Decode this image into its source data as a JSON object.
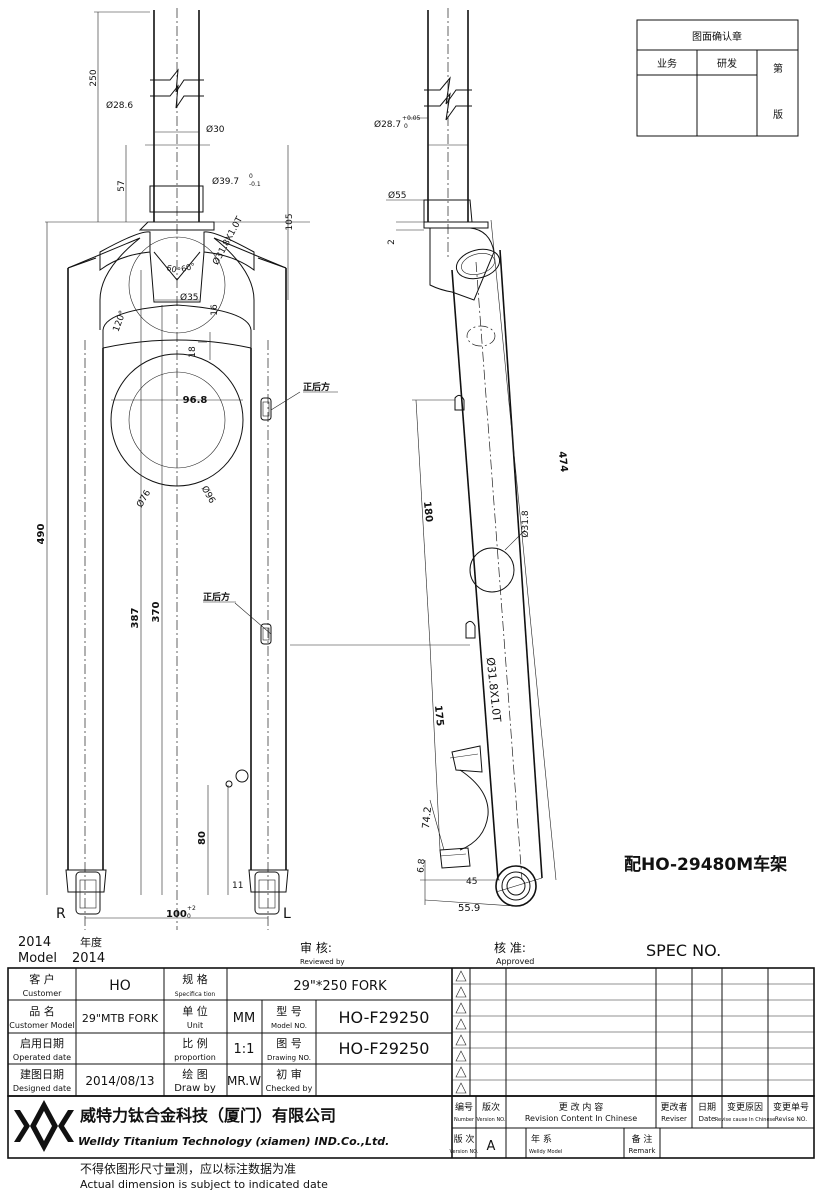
{
  "approval_box": {
    "title": "图面确认章",
    "col_sales": "业务",
    "col_rd": "研发",
    "col_edition_1": "第",
    "col_edition_2": "版"
  },
  "front_view": {
    "dims": {
      "d250": "250",
      "d28_6": "Ø28.6",
      "d30": "Ø30",
      "d57": "57",
      "d39_7": "Ø39.7",
      "d39_7_tol": "-0.1",
      "d39_7_tol0": "0",
      "d105": "105",
      "d31_8": "Ø31.8X1.0T",
      "a60a": "60°",
      "a60b": "60°",
      "d35": "Ø35",
      "d16": "16",
      "d120": "120°",
      "d18": "18",
      "d96_8": "96.8",
      "d76": "Ø76",
      "d96": "Ø96",
      "d490": "490",
      "d387": "387",
      "d370": "370",
      "d80": "80",
      "d11": "11",
      "d100": "100",
      "d100_tol_top": "+2",
      "d100_tol_bot": "0"
    },
    "label_front_rear_1": "正后方",
    "label_front_rear_2": "正后方",
    "side_left": "R",
    "side_right": "L"
  },
  "side_view": {
    "dims": {
      "d28_7": "Ø28.7",
      "d28_7_tol": "+0.05",
      "d28_7_tol0": "0",
      "d55": "Ø55",
      "d2": "2",
      "d474": "474",
      "d180": "180",
      "d31_8": "Ø31.8",
      "d31_8t": "Ø31.8X1.0T",
      "d175": "175",
      "d74_2": "74.2",
      "d6_8": "6.8",
      "d45": "45",
      "d55_9": "55.9"
    },
    "frame_note": "配HO-29480M车架"
  },
  "title_block": {
    "year_label": "2014",
    "year_cn": "年度",
    "model_label": "Model",
    "model_year": "2014",
    "reviewed_cn": "审  核:",
    "reviewed_en": "Reviewed by",
    "approved_cn": "核  准:",
    "approved_en": "Approved",
    "spec_no": "SPEC NO.",
    "customer_cn": "客   户",
    "customer_en": "Customer",
    "customer_val": "HO",
    "spec_cn": "规  格",
    "spec_en": "Specifica tion",
    "spec_val": "29\"*250  FORK",
    "cmodel_cn": "品   名",
    "cmodel_en": "Customer Model",
    "cmodel_val": "29\"MTB FORK",
    "unit_cn": "单  位",
    "unit_en": "Unit",
    "unit_val": "MM",
    "modelno_cn": "型  号",
    "modelno_en": "Model NO.",
    "modelno_val": "HO-F29250",
    "opdate_cn": "启用日期",
    "opdate_en": "Operated date",
    "prop_cn": "比  例",
    "prop_en": "proportion",
    "prop_val": "1:1",
    "drawno_cn": "图  号",
    "drawno_en": "Drawing NO.",
    "drawno_val": "HO-F29250",
    "desdate_cn": "建图日期",
    "desdate_en": "Designed date",
    "desdate_val": "2014/08/13",
    "draw_cn": "绘  图",
    "draw_en": "Draw by",
    "draw_val": "MR.W",
    "check_cn": "初  审",
    "check_en": "Checked by",
    "company_cn": "威特力钛合金科技（厦门）有限公司",
    "company_en": "Welldy Titanium Technology (xiamen) IND.Co.,Ltd.",
    "rev_headers": [
      {
        "cn": "编号",
        "en": "Number"
      },
      {
        "cn": "版次",
        "en": "Version NO."
      },
      {
        "cn": "更 改 内 容",
        "en": "Revision Content In Chinese"
      },
      {
        "cn": "更改者",
        "en": "Reviser"
      },
      {
        "cn": "日期",
        "en": "Date"
      },
      {
        "cn": "变更原因",
        "en": "Revise cause In Chinese"
      },
      {
        "cn": "变更单号",
        "en": "Revise NO."
      }
    ],
    "version_cn": "版  次",
    "version_en": "Version NO.",
    "version_val": "A",
    "year_model_cn": "年  系",
    "year_model_en": "Welldy Model",
    "remark_cn": "备  注",
    "remark_en": "Remark",
    "footer_cn": "不得依图形尺寸量测，应以标注数据为准",
    "footer_en": "Actual dimension is subject to indicated date"
  }
}
